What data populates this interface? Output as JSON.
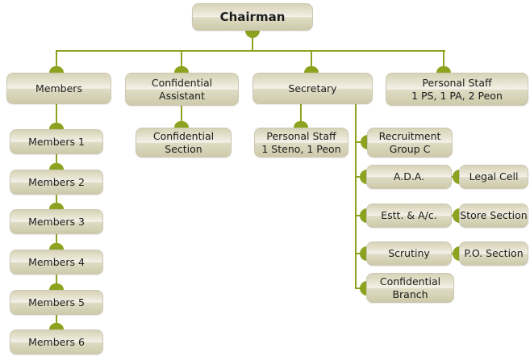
{
  "colors": {
    "background": "#ffffff",
    "connector": "#8CA320",
    "box_gradient_top": "#d7d3b7",
    "box_gradient_highlight": "#f5f3eb",
    "box_gradient_bottom": "#cdc9a9",
    "box_border": "#ccc8b4",
    "text": "#1c1c1c"
  },
  "chart_data": {
    "type": "org-chart",
    "root": "Chairman",
    "hierarchy": {
      "Chairman": [
        "Members",
        "Confidential Assistant",
        "Secretary",
        "Personal Staff (1 PS, 1 PA, 2 Peon)"
      ],
      "Members": [
        "Members 1",
        "Members 2",
        "Members 3",
        "Members 4",
        "Members 5",
        "Members 6"
      ],
      "Confidential Assistant": [
        "Confidential Section"
      ],
      "Secretary": [
        "Personal Staff (1 Steno, 1 Peon)",
        "Recruitment Group C",
        "A.D.A.",
        "Estt. & A/c.",
        "Scrutiny",
        "Confidential Branch"
      ],
      "A.D.A.": [
        "Legal Cell"
      ],
      "Estt. & A/c.": [
        "Store Section"
      ],
      "Scrutiny": [
        "P.O. Section"
      ]
    }
  },
  "nodes": {
    "chairman": {
      "lines": [
        "Chairman"
      ]
    },
    "members": {
      "lines": [
        "Members"
      ]
    },
    "confidential_assistant": {
      "lines": [
        "Confidential",
        "Assistant"
      ]
    },
    "secretary": {
      "lines": [
        "Secretary"
      ]
    },
    "personal_staff_chairman": {
      "lines": [
        "Personal Staff",
        "1 PS, 1 PA, 2 Peon"
      ]
    },
    "members_1": {
      "lines": [
        "Members 1"
      ]
    },
    "members_2": {
      "lines": [
        "Members 2"
      ]
    },
    "members_3": {
      "lines": [
        "Members 3"
      ]
    },
    "members_4": {
      "lines": [
        "Members 4"
      ]
    },
    "members_5": {
      "lines": [
        "Members 5"
      ]
    },
    "members_6": {
      "lines": [
        "Members 6"
      ]
    },
    "confidential_section": {
      "lines": [
        "Confidential",
        "Section"
      ]
    },
    "personal_staff_secretary": {
      "lines": [
        "Personal Staff",
        "1 Steno, 1 Peon"
      ]
    },
    "recruitment_group_c": {
      "lines": [
        "Recruitment",
        "Group C"
      ]
    },
    "ada": {
      "lines": [
        "A.D.A."
      ]
    },
    "estt_ac": {
      "lines": [
        "Estt. & A/c."
      ]
    },
    "scrutiny": {
      "lines": [
        "Scrutiny"
      ]
    },
    "confidential_branch": {
      "lines": [
        "Confidential",
        "Branch"
      ]
    },
    "legal_cell": {
      "lines": [
        "Legal Cell"
      ]
    },
    "store_section": {
      "lines": [
        "Store Section"
      ]
    },
    "po_section": {
      "lines": [
        "P.O. Section"
      ]
    }
  }
}
